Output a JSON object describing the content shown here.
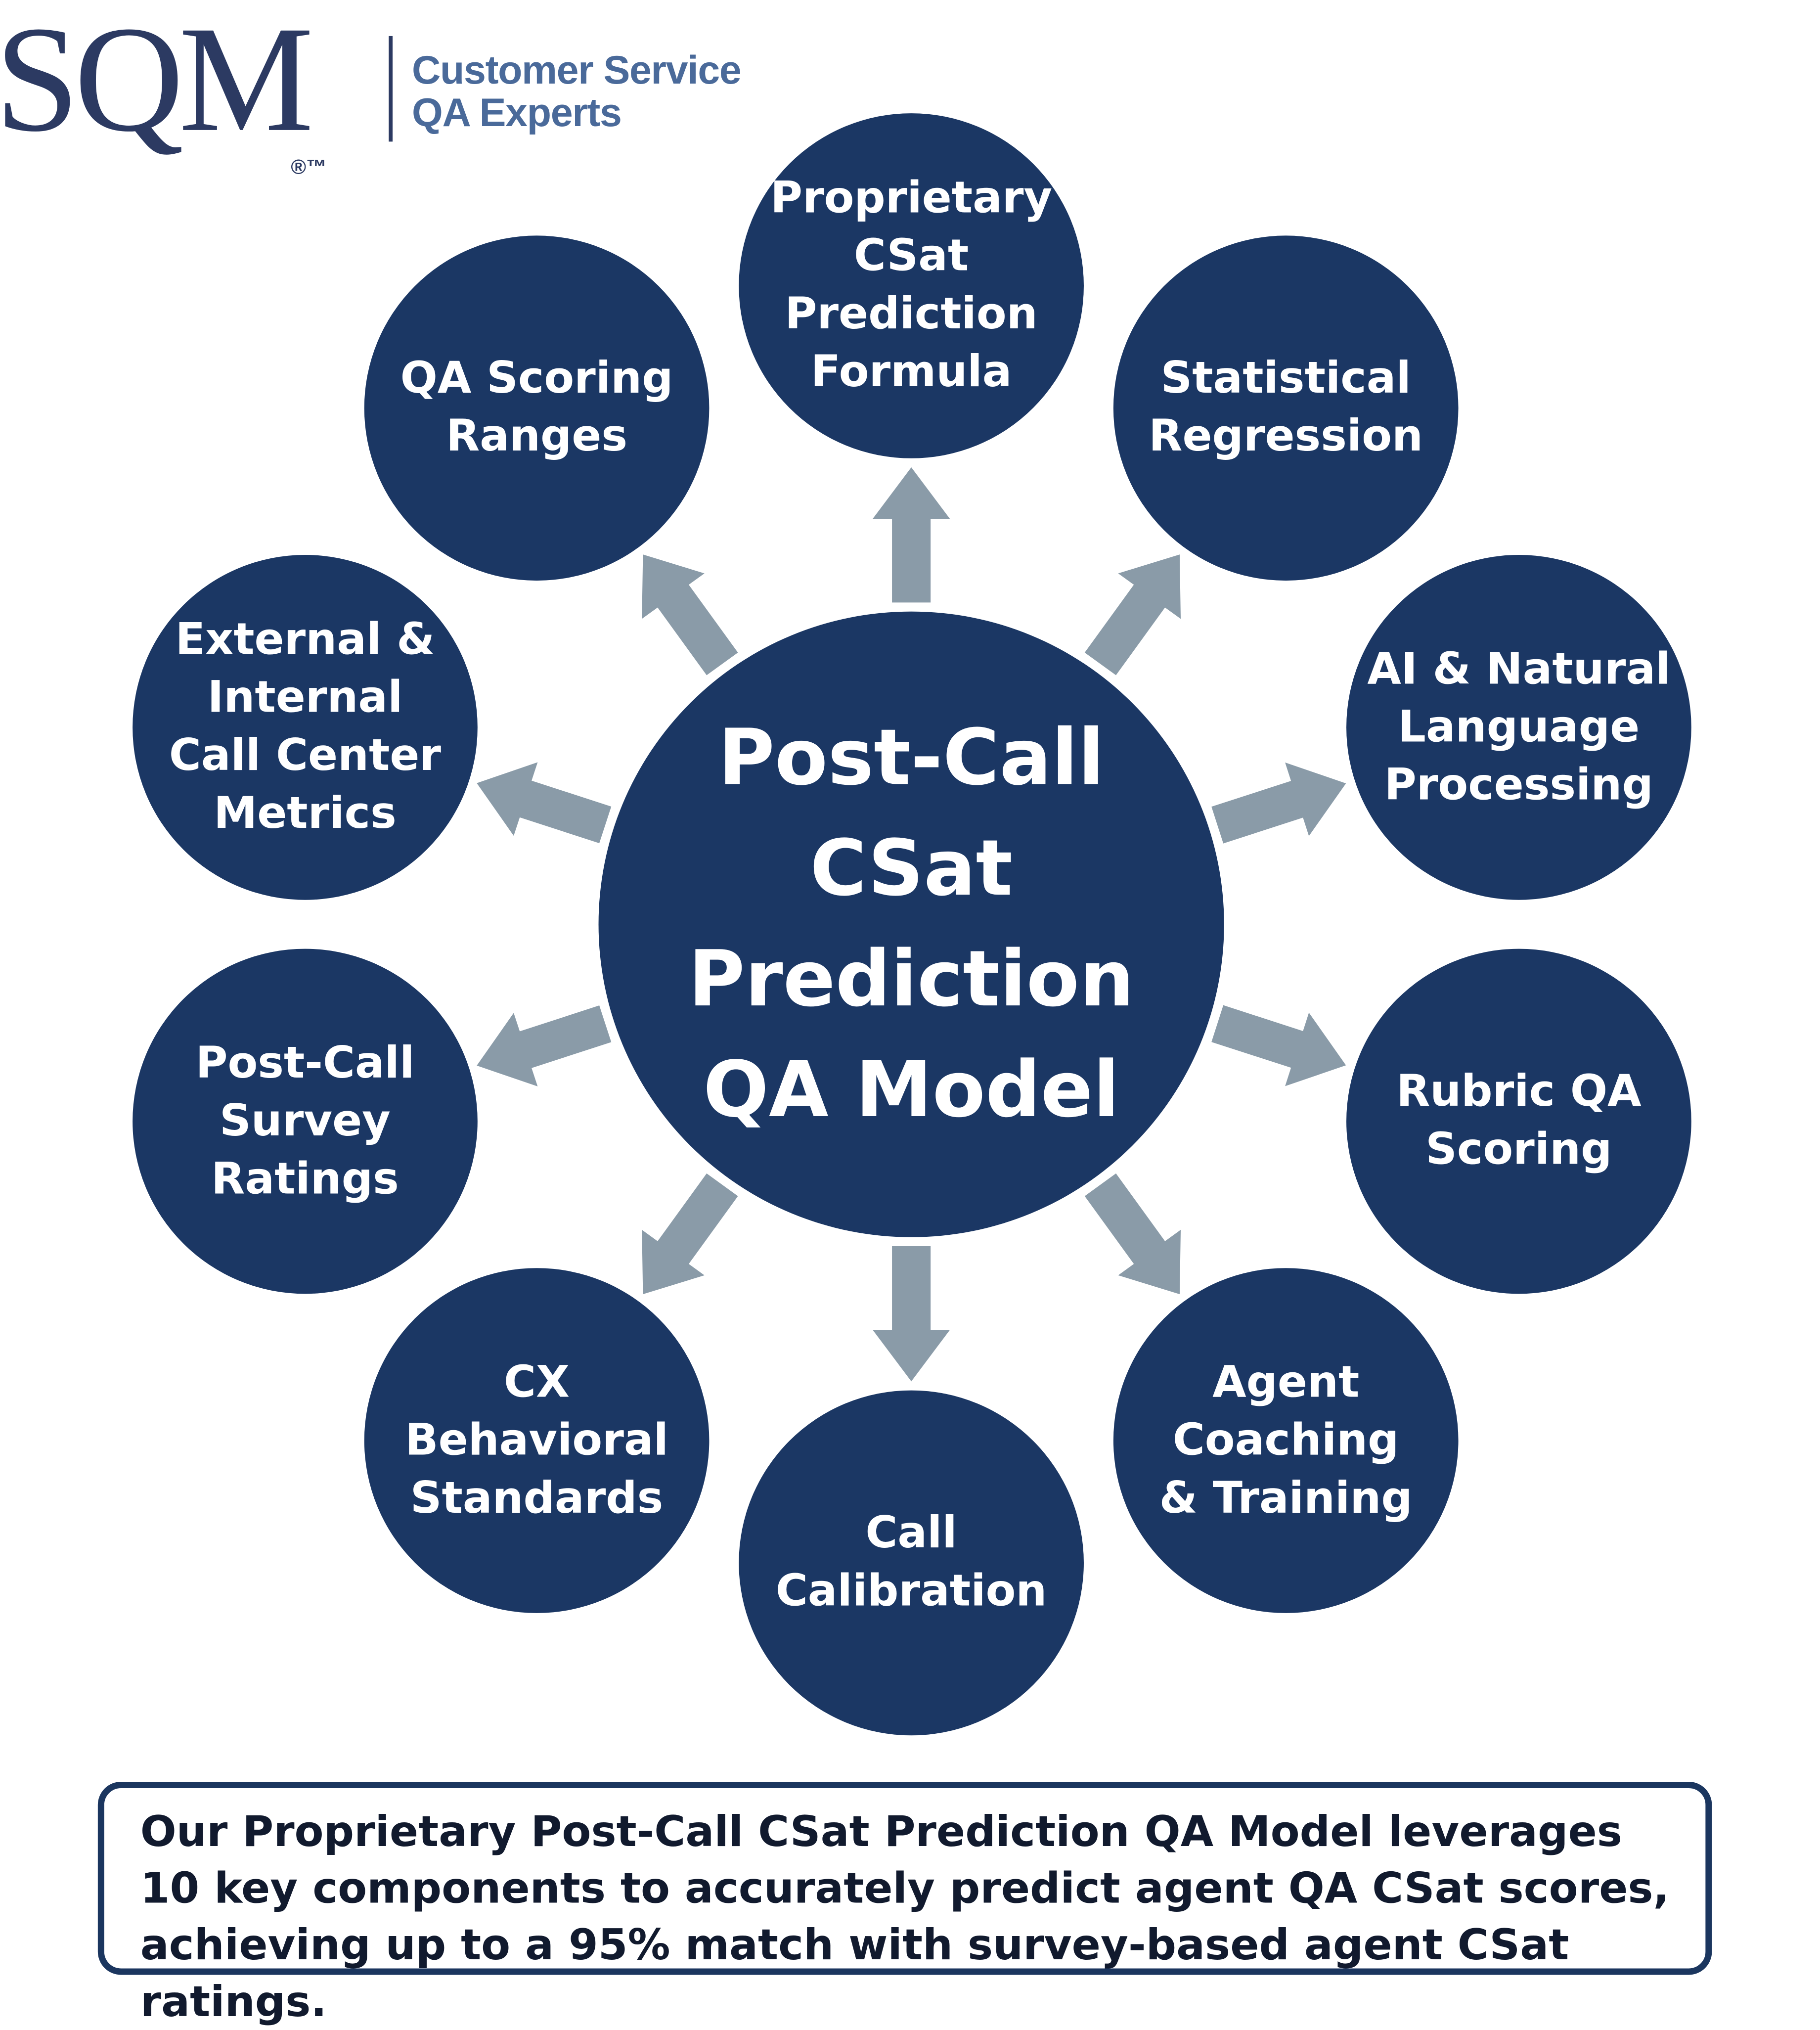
{
  "logo": {
    "brand": "SQM",
    "tagline_line1": "Customer Service",
    "tagline_line2": "QA Experts",
    "marks": "®™"
  },
  "center": {
    "label": "Post-Call\nCSat\nPrediction\nQA Model"
  },
  "components": [
    {
      "label": "Proprietary\nCSat\nPrediction\nFormula"
    },
    {
      "label": "Statistical\nRegression"
    },
    {
      "label": "AI & Natural\nLanguage\nProcessing"
    },
    {
      "label": "Rubric QA\nScoring"
    },
    {
      "label": "Agent\nCoaching\n& Training"
    },
    {
      "label": "Call\nCalibration"
    },
    {
      "label": "CX\nBehavioral\nStandards"
    },
    {
      "label": "Post-Call\nSurvey\nRatings"
    },
    {
      "label": "External &\nInternal\nCall Center\nMetrics"
    },
    {
      "label": "QA Scoring\nRanges"
    }
  ],
  "summary": "Our Proprietary Post-Call CSat Prediction QA Model leverages 10 key components to accurately predict agent QA CSat scores, achieving up to a 95% match with survey-based agent CSat ratings.",
  "colors": {
    "node": "#1b3764",
    "arrow": "#8a9ba8",
    "logo": "#2c3a62",
    "tagline": "#4a6a9a"
  }
}
